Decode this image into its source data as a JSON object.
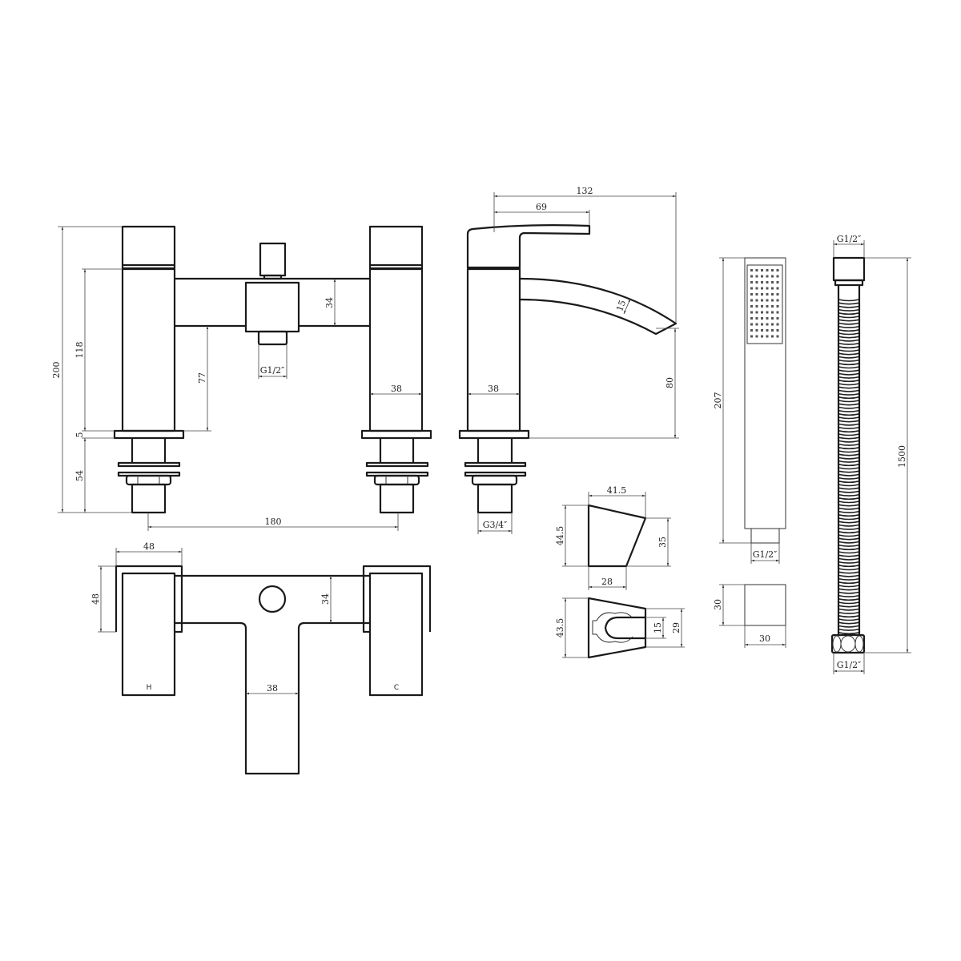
{
  "bath_filler_front": {
    "overall_height": "200",
    "body_height": "118",
    "plate_height": "5",
    "shank_length": "54",
    "spout_clearance": "77",
    "bridge_height": "34",
    "outlet_thread": "G1/2″",
    "body_width": "38",
    "centres": "180"
  },
  "spout_side": {
    "overall_reach": "132",
    "handle_reach": "69",
    "spout_thickness": "15",
    "spout_height": "80",
    "body_width": "38",
    "tail_thread": "G3/4″"
  },
  "plan_view": {
    "handle_width": "48",
    "handle_depth": "48",
    "bridge_depth": "34",
    "spout_width": "38",
    "hot_label": "H",
    "cold_label": "C"
  },
  "holder_side": {
    "width": "41.5",
    "height": "44.5",
    "front_height": "35",
    "base_width": "28"
  },
  "holder_front": {
    "height": "43.5",
    "slot": "15",
    "front_height": "29"
  },
  "handset": {
    "length": "207",
    "thread": "G1/2″"
  },
  "wall_bracket": {
    "height": "30",
    "width": "30"
  },
  "hose": {
    "length": "1500",
    "top_thread": "G1/2″",
    "bottom_thread": "G1/2″"
  }
}
